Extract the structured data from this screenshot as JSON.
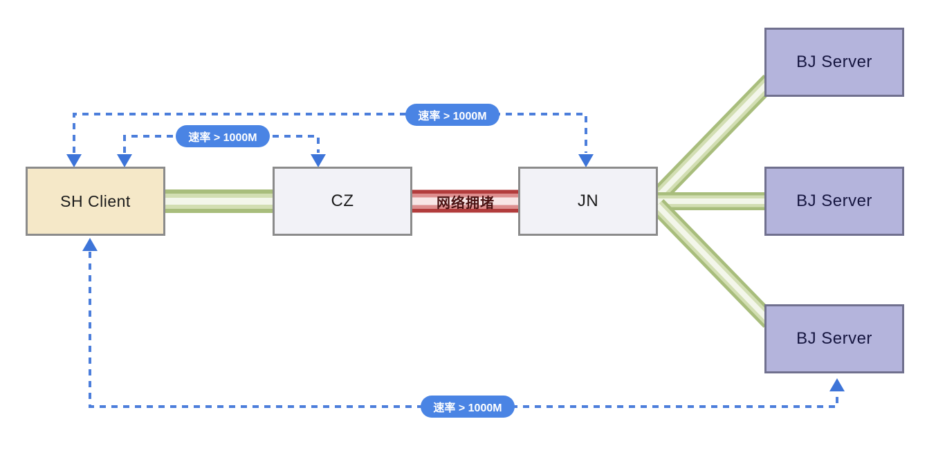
{
  "diagram": {
    "nodes": [
      {
        "id": "sh-client",
        "label": "SH Client"
      },
      {
        "id": "cz",
        "label": "CZ"
      },
      {
        "id": "jn",
        "label": "JN"
      },
      {
        "id": "bj-server-1",
        "label": "BJ Server"
      },
      {
        "id": "bj-server-2",
        "label": "BJ Server"
      },
      {
        "id": "bj-server-3",
        "label": "BJ Server"
      }
    ],
    "edge_labels": {
      "congestion": "网络拥堵",
      "rate_top": "速率 > 1000M",
      "rate_mid": "速率 > 1000M",
      "rate_bottom": "速率 > 1000M"
    },
    "colors": {
      "background": "#ffffff",
      "node_client_fill": "#f5e8c8",
      "node_relay_fill": "#f2f2f7",
      "node_relay_border": "#8b8b8b",
      "node_server_fill": "#b4b4dc",
      "node_server_border": "#70708e",
      "link_green": "#a8bd7c",
      "link_green_mid": "#d2deb2",
      "link_green_core": "#f3f6ea",
      "link_red": "#b23c3c",
      "link_red_mid": "#dd8e8e",
      "link_red_core": "#f8e6e6",
      "dash_blue": "#4c7edb",
      "arrow_blue": "#3d74d8",
      "pill_blue": "#4a84e4",
      "congestion_text": "#4a1111"
    }
  }
}
